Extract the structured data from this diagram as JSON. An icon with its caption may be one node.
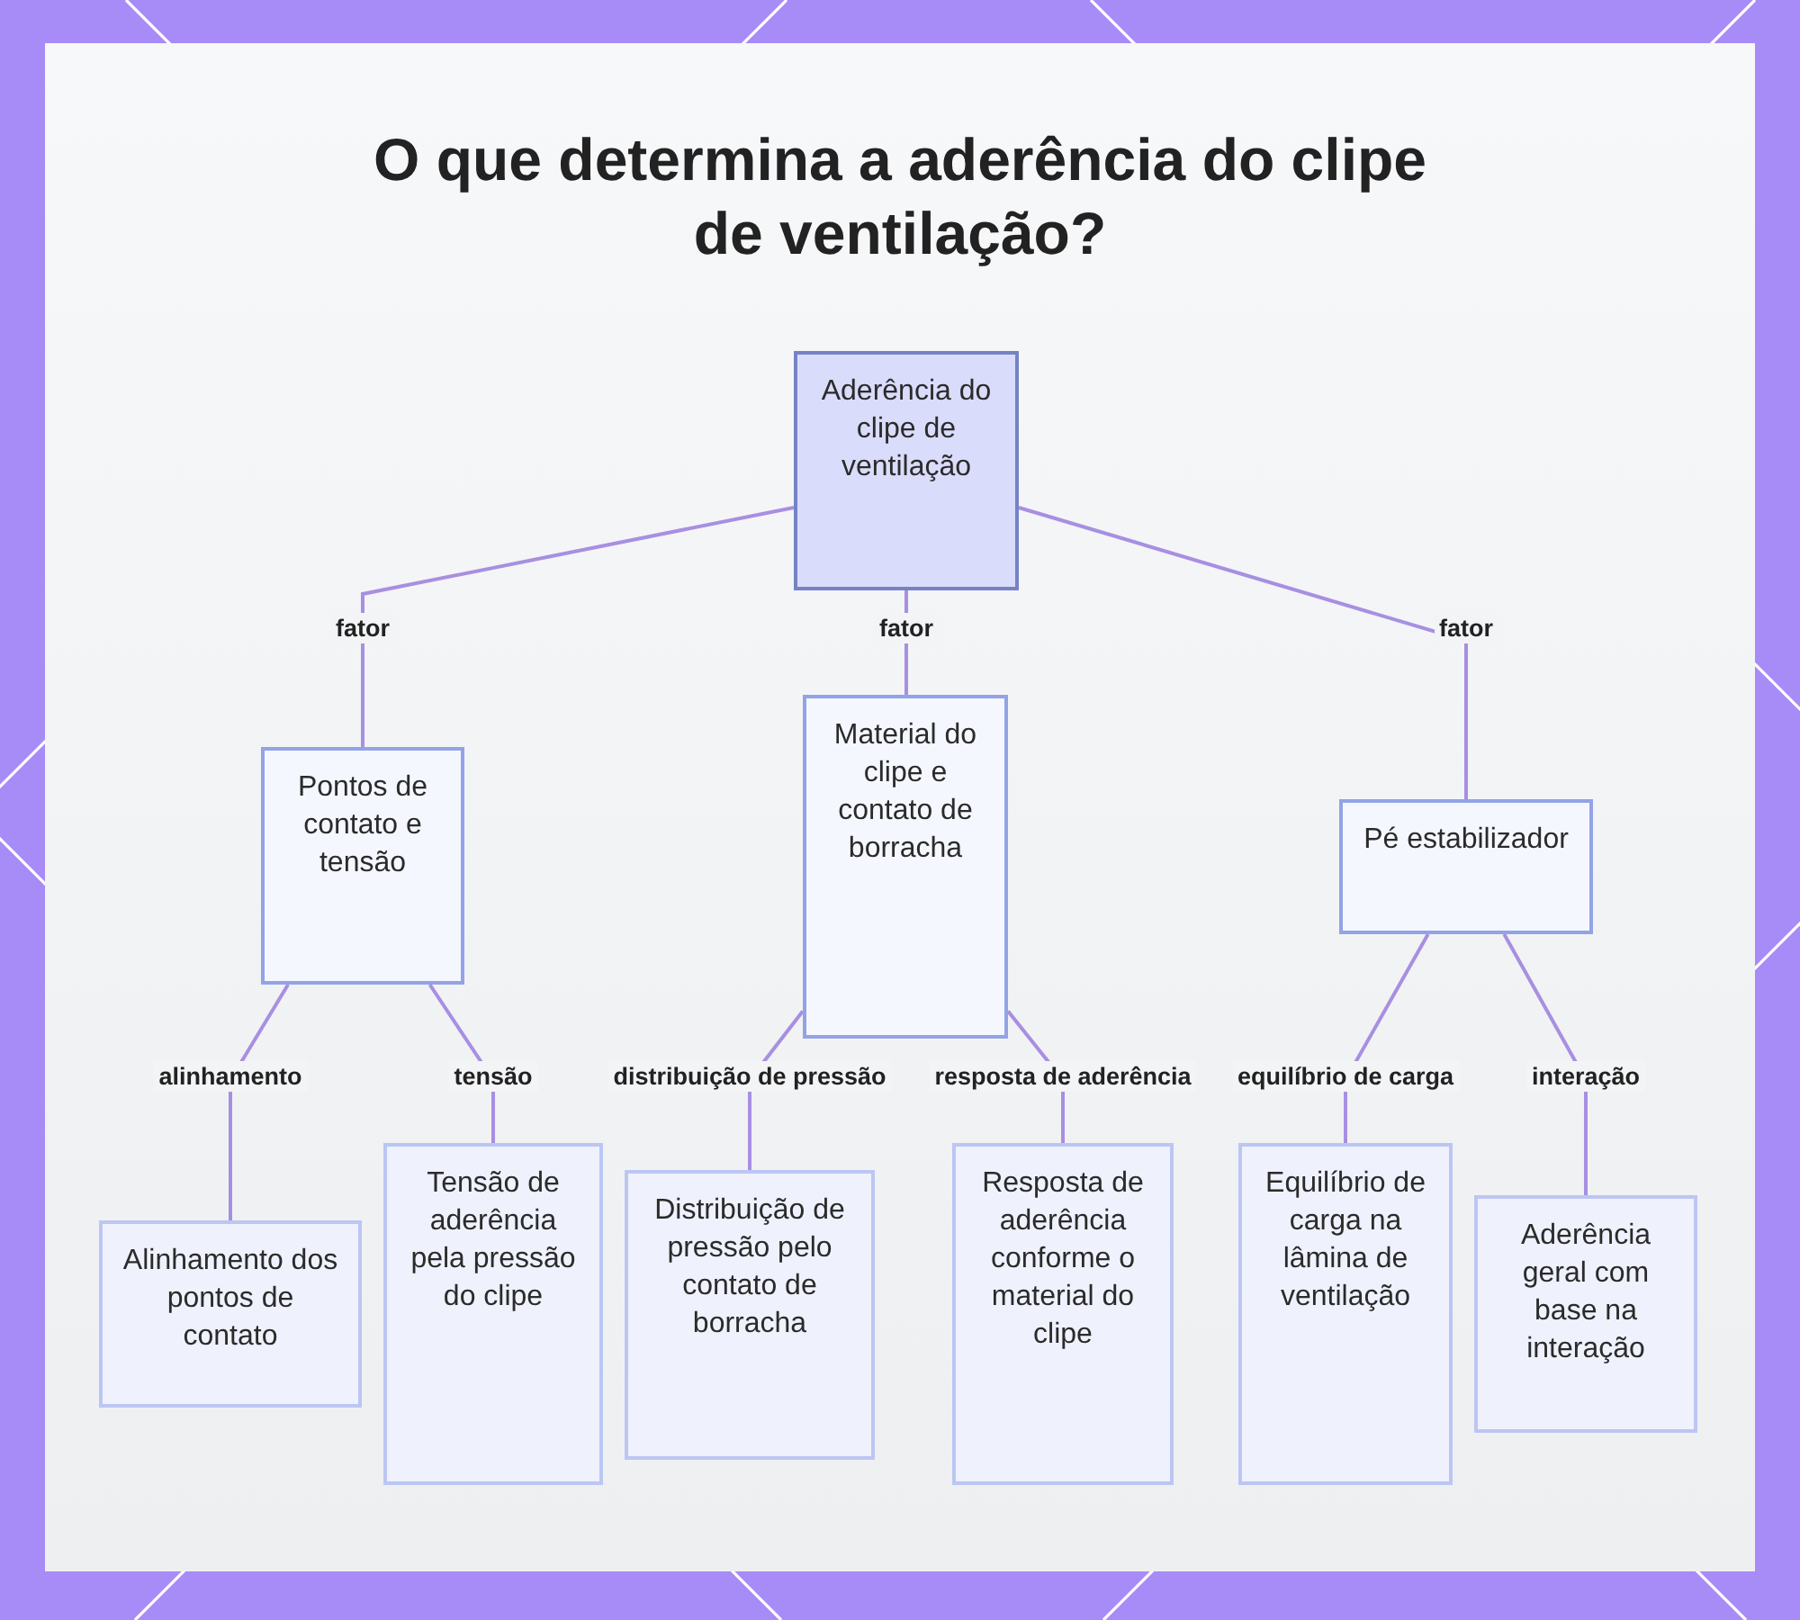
{
  "diagram": {
    "title": "O que determina a aderência do clipe de ventilação?",
    "nodes": [
      {
        "text": [
          "Aderência do clipe de ventilação"
        ]
      },
      {
        "text": [
          "Pontos de contato e tensão"
        ]
      },
      {
        "text": [
          "Material do clipe e contato de borracha"
        ]
      },
      {
        "text": [
          "Pé estabilizador"
        ]
      },
      {
        "text": [
          "Alinhamento dos pontos de contato"
        ]
      },
      {
        "text": [
          "Tensão de aderência pela pressão do clipe"
        ]
      },
      {
        "text": [
          "Distribuição de pressão pelo contato de borracha"
        ]
      },
      {
        "text": [
          "Resposta de aderência conforme o material do clipe"
        ]
      },
      {
        "text": [
          "Equilíbrio de carga na lâmina de ventilação"
        ]
      },
      {
        "text": [
          "Aderência geral com base na interação"
        ]
      }
    ],
    "edges": [
      {
        "from": 0,
        "to": 1,
        "arrow": "none",
        "label": "fator"
      },
      {
        "from": 0,
        "to": 2,
        "arrow": "none",
        "label": "fator"
      },
      {
        "from": 0,
        "to": 3,
        "arrow": "none",
        "label": "fator"
      },
      {
        "from": 1,
        "to": 4,
        "arrow": "none",
        "label": "alinhamento"
      },
      {
        "from": 1,
        "to": 5,
        "arrow": "none",
        "label": "tensão"
      },
      {
        "from": 2,
        "to": 6,
        "arrow": "none",
        "label": "distribuição de pressão"
      },
      {
        "from": 2,
        "to": 7,
        "arrow": "none",
        "label": "resposta de aderência"
      },
      {
        "from": 3,
        "to": 8,
        "arrow": "none",
        "label": "equilíbrio de carga"
      },
      {
        "from": 3,
        "to": 9,
        "arrow": "none",
        "label": "interação"
      }
    ]
  }
}
